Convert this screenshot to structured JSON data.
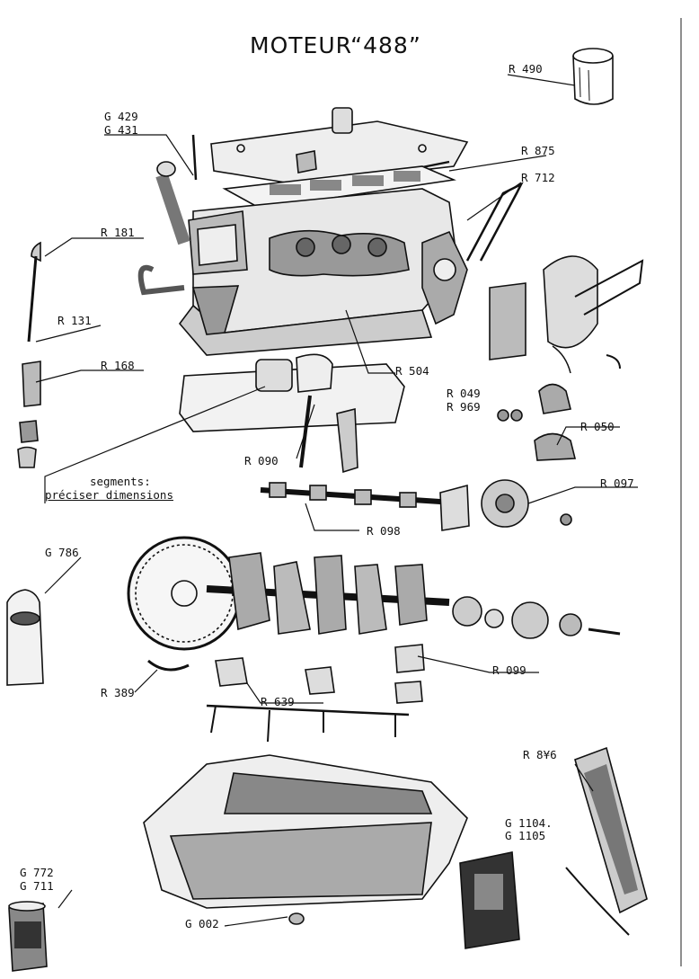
{
  "title": "MOTEUR“488”",
  "labels": {
    "r490": "R 490",
    "g429": "G 429",
    "g431": "G 431",
    "r875": "R 875",
    "r712": "R 712",
    "r181": "R 181",
    "r131": "R 131",
    "r168": "R 168",
    "r504": "R 504",
    "r049": "R 049",
    "r969": "R 969",
    "r050": "R 050",
    "r090": "R 090",
    "r097": "R 097",
    "r098": "R 098",
    "g786": "G 786",
    "r099": "R 099",
    "r389": "R 389",
    "r639": "R 639",
    "r856": "R 8¥6",
    "g1104": "G 1104.",
    "g1105": "G 1105",
    "g772": "G 772",
    "g711": "G 711",
    "g002": "G 002"
  },
  "note": {
    "line1": "segments:",
    "line2": "préciser dimensions"
  }
}
